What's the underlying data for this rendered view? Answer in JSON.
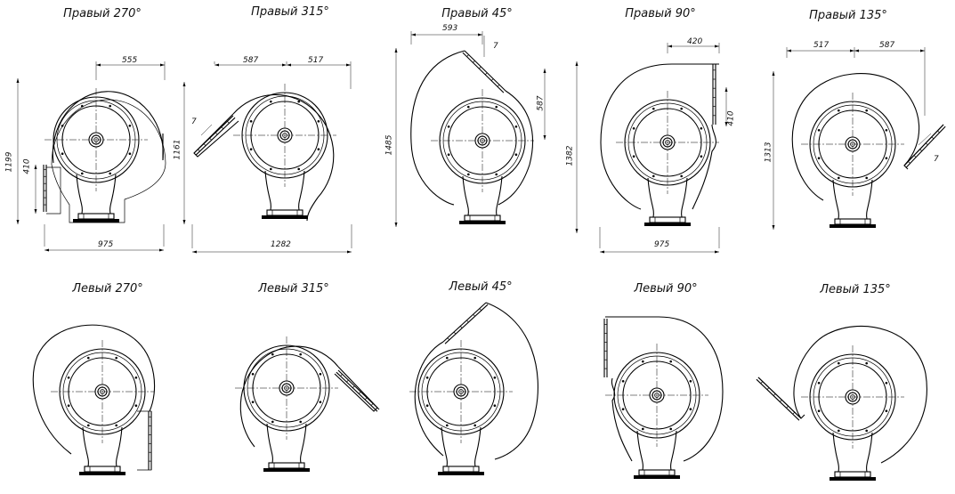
{
  "views": [
    {
      "title": "Правый 270°",
      "dims": [
        "555",
        "1199",
        "410",
        "975"
      ]
    },
    {
      "title": "Правый 315°",
      "dims": [
        "587",
        "517",
        "7",
        "1161",
        "1282"
      ]
    },
    {
      "title": "Правый 45°",
      "dims": [
        "593",
        "7",
        "587",
        "1485"
      ]
    },
    {
      "title": "Правый 90°",
      "dims": [
        "420",
        "410",
        "1382",
        "975"
      ]
    },
    {
      "title": "Правый 135°",
      "dims": [
        "517",
        "587",
        "1313",
        "7"
      ]
    },
    {
      "title": "Левый 270°",
      "dims": []
    },
    {
      "title": "Левый 315°",
      "dims": []
    },
    {
      "title": "Левый 45°",
      "dims": []
    },
    {
      "title": "Левый 90°",
      "dims": []
    },
    {
      "title": "Левый 135°",
      "dims": []
    }
  ]
}
